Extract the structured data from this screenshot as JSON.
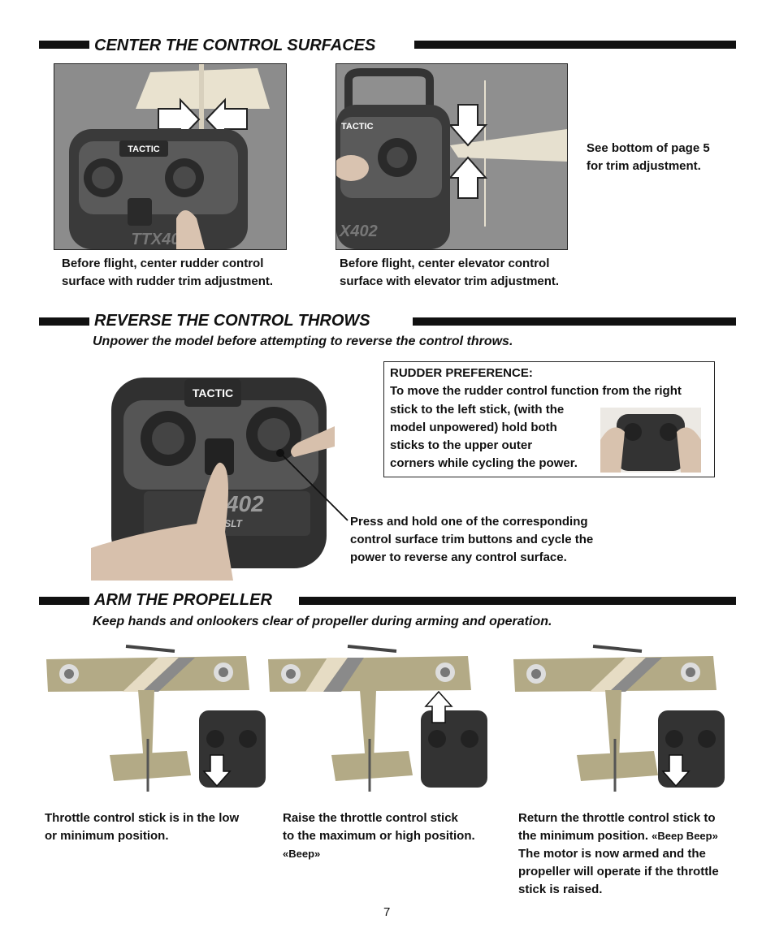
{
  "sections": {
    "center": {
      "heading": "CENTER THE CONTROL SURFACES",
      "caption_rudder": [
        "Before flight, center rudder control",
        "surface with rudder trim adjustment."
      ],
      "caption_elevator": [
        "Before flight, center elevator control",
        "surface with elevator trim adjustment."
      ],
      "side_note": [
        "See bottom of page 5",
        "for trim adjustment."
      ]
    },
    "reverse": {
      "heading": "REVERSE  THE CONTROL THROWS",
      "subheading": "Unpower the model before attempting to reverse the control throws.",
      "rudder_pref": {
        "title": "RUDDER PREFERENCE:",
        "line1": "To move the rudder control function from the right",
        "lines": [
          "stick to the left stick, (with the",
          "model unpowered) hold both",
          "sticks to the upper outer",
          "corners while cycling the power."
        ]
      },
      "press_hold": [
        "Press and hold one of the corresponding",
        "control surface trim buttons and cycle the",
        "power to reverse any control surface."
      ]
    },
    "arm": {
      "heading": "ARM THE PROPELLER",
      "subheading": "Keep hands and onlookers clear of propeller during arming and operation.",
      "step1": [
        "Throttle control stick is in the low",
        "or minimum position."
      ],
      "step2": [
        "Raise the throttle control stick",
        "to the maximum or high position."
      ],
      "step2_beep": "«Beep»",
      "step3_a": "Return the throttle control stick to",
      "step3_b": "the minimum position.",
      "step3_beep": "«Beep Beep»",
      "step3_rest": [
        "The motor is now armed and the",
        "propeller will operate if the throttle",
        "stick is raised."
      ]
    }
  },
  "transmitter": {
    "brand": "TACTIC",
    "model_full": "TTX402",
    "model_short": "X402",
    "tag": "SLT"
  },
  "page_number": "7"
}
